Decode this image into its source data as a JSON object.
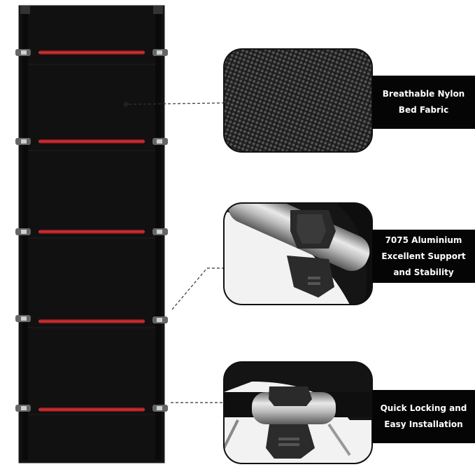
{
  "callouts": [
    {
      "lines": [
        "Breathable Nylon",
        "Bed Fabric"
      ],
      "detail": "fabric-texture"
    },
    {
      "lines": [
        "7075 Aluminium",
        "Excellent Support",
        "and Stability"
      ],
      "detail": "aluminium-frame"
    },
    {
      "lines": [
        "Quick Locking and",
        "Easy Installation"
      ],
      "detail": "locking-buckle"
    }
  ],
  "colors": {
    "cot_body": "#111111",
    "support_bar": "#b71f22",
    "label_background": "#050505",
    "label_text": "#ffffff",
    "leader_line": "#333333"
  }
}
